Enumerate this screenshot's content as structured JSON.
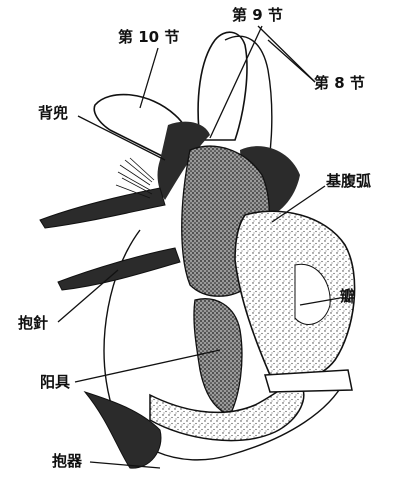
{
  "labels": {
    "seg10": "第 10 节",
    "seg9": "第 9 节",
    "seg8": "第 8 节",
    "proctiger": "背兜",
    "basal_arch": "基腹弧",
    "valve": "瓣",
    "clasper_spine": "抱針",
    "aedeagus": "阳具",
    "clasper": "抱器"
  },
  "colors": {
    "ink": "#111111",
    "dark_fill": "#2b2b2b",
    "medium_fill": "#4a4a4a",
    "stipple": "#3a3a3a",
    "paper": "#ffffff"
  }
}
